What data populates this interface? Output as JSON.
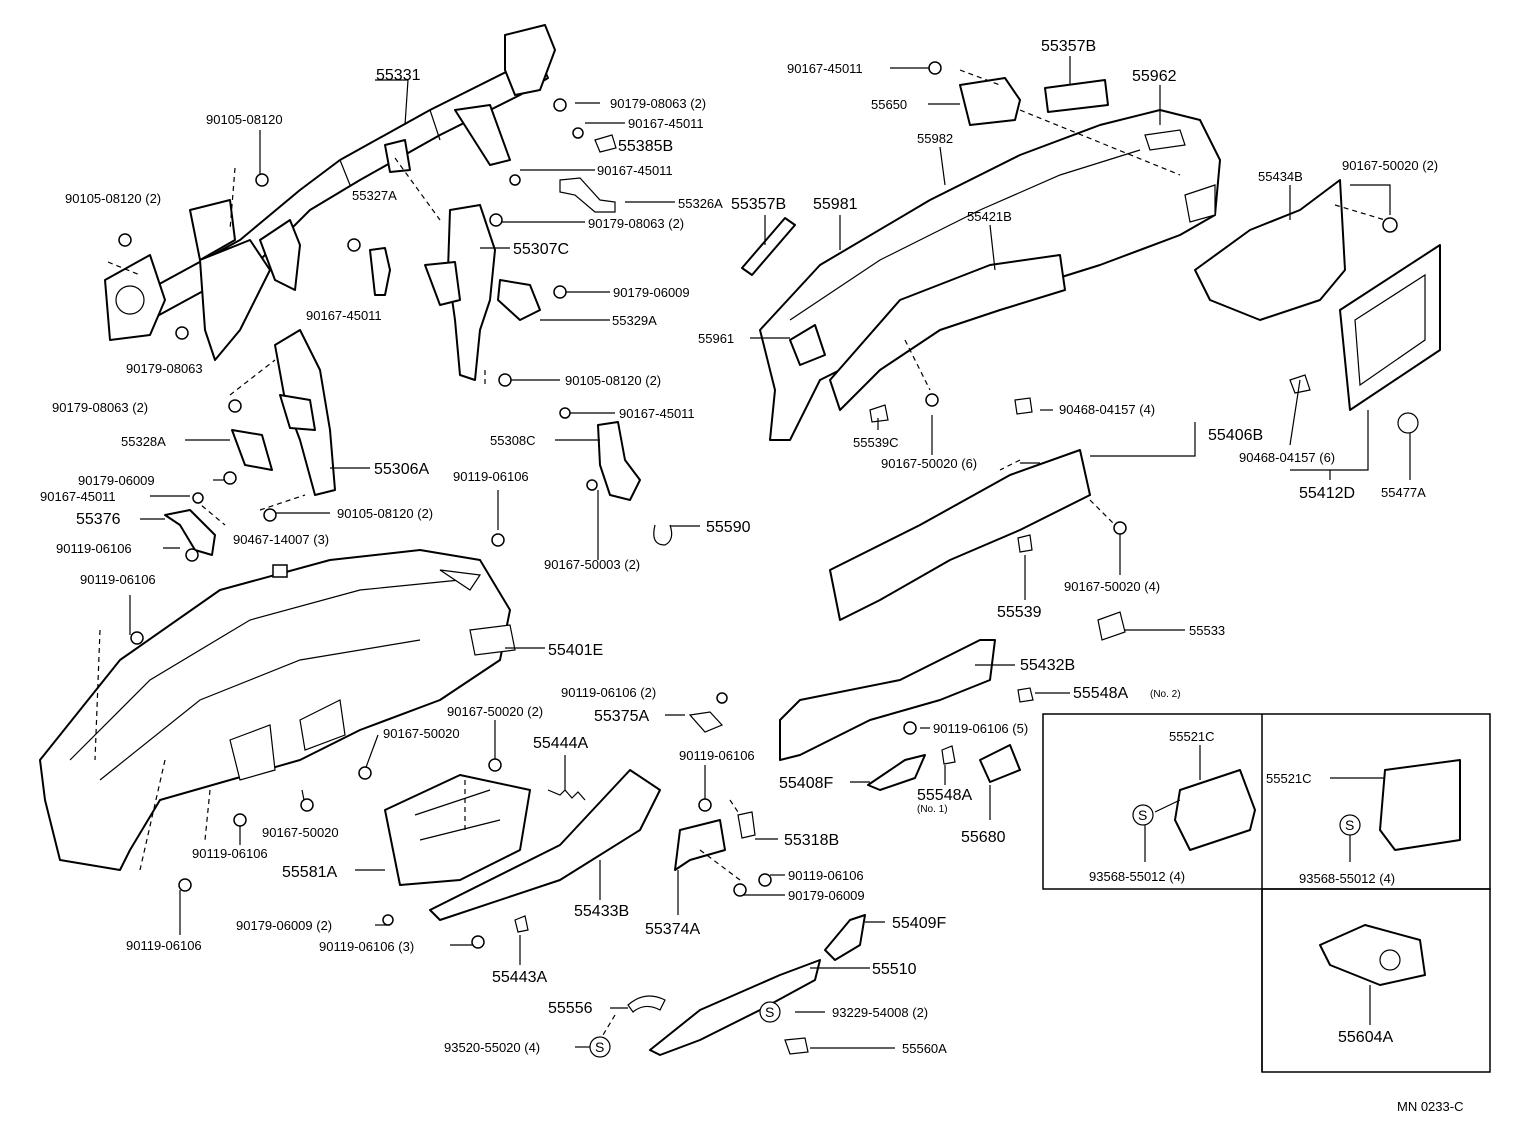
{
  "diagram": {
    "labels": {
      "p55331": "55331",
      "p90105_08120_a": "90105-08120",
      "p90105_08120_2a": "90105-08120 (2)",
      "p90179_08063_2a": "90179-08063 (2)",
      "p90167_45011_a": "90167-45011",
      "p55385B": "55385B",
      "p90167_45011_b": "90167-45011",
      "p55326A": "55326A",
      "p90179_08063_2b": "90179-08063 (2)",
      "p55307C": "55307C",
      "p55327A": "55327A",
      "p90179_06009_a": "90179-06009",
      "p55329A": "55329A",
      "p90167_45011_c": "90167-45011",
      "p90179_08063_a": "90179-08063",
      "p90105_08120_2b": "90105-08120 (2)",
      "p90179_08063_2c": "90179-08063 (2)",
      "p90167_45011_d": "90167-45011",
      "p55328A": "55328A",
      "p55308C": "55308C",
      "p55306A": "55306A",
      "p90179_06009_b": "90179-06009",
      "p90119_06106_a": "90119-06106",
      "p90167_45011_e": "90167-45011",
      "p90105_08120_2c": "90105-08120 (2)",
      "p55376": "55376",
      "p55590": "55590",
      "p90119_06106_b": "90119-06106",
      "p90467_14007": "90467-14007 (3)",
      "p90167_50003": "90167-50003 (2)",
      "p90119_06106_c": "90119-06106",
      "p55401E": "55401E",
      "p90119_06106_2": "90119-06106 (2)",
      "p90167_50020_2": "90167-50020 (2)",
      "p55375A": "55375A",
      "p90167_50020_a": "90167-50020",
      "p55444A": "55444A",
      "p90119_06106_d": "90119-06106",
      "p90167_50020_b": "90167-50020",
      "p90119_06106_e": "90119-06106",
      "p55318B": "55318B",
      "p55581A": "55581A",
      "p90119_06106_f": "90119-06106",
      "p90179_06009_c": "90179-06009",
      "p55433B": "55433B",
      "p55374A": "55374A",
      "p90179_06009_2": "90179-06009 (2)",
      "p90119_06106_3": "90119-06106 (3)",
      "p90119_06106_g": "90119-06106",
      "p55443A": "55443A",
      "p55409F": "55409F",
      "p55510": "55510",
      "p55556": "55556",
      "p93229_54008": "93229-54008 (2)",
      "p93520_55020": "93520-55020 (4)",
      "p55560A": "55560A",
      "p90167_45011_f": "90167-45011",
      "p55357B_a": "55357B",
      "p55650": "55650",
      "p55962_a": "55962",
      "p55962_b": "55982",
      "p55357B_b": "55357B",
      "p55981": "55981",
      "p55421B": "55421B",
      "p55434B": "55434B",
      "p90167_50020_2b": "90167-50020 (2)",
      "p55961": "55961",
      "p55539C": "55539C",
      "p90167_50020_6": "90167-50020 (6)",
      "p90468_04157_4": "90468-04157 (4)",
      "p55406B": "55406B",
      "p90468_04157_6": "90468-04157 (6)",
      "p55412D": "55412D",
      "p55477A": "55477A",
      "p90167_50020_4": "90167-50020 (4)",
      "p55539": "55539",
      "p55533": "55533",
      "p55432B": "55432B",
      "p55548A_2": "55548A",
      "p55548A_2_note": "(No. 2)",
      "p90119_06106_5": "90119-06106 (5)",
      "p55408F": "55408F",
      "p55548A_1": "55548A",
      "p55548A_1_note": "(No. 1)",
      "p55680": "55680",
      "p55521C_a": "55521C",
      "p93568_55012_a": "93568-55012 (4)",
      "p55521C_b": "55521C",
      "p93568_55012_b": "93568-55012 (4)",
      "p55604A": "55604A",
      "s_symbol": "S",
      "ref_code": "MN  0233-C"
    }
  }
}
